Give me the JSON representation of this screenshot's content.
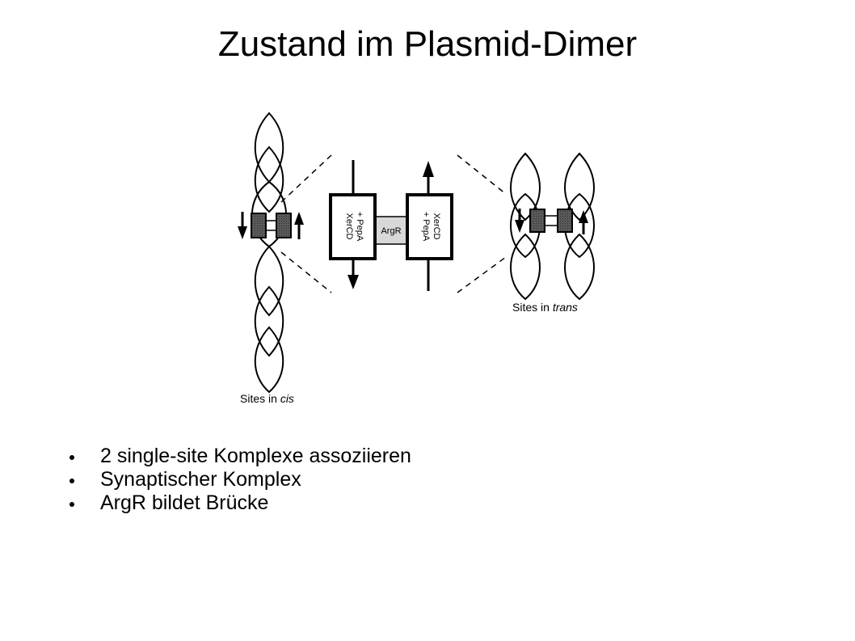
{
  "slide": {
    "title": "Zustand im Plasmid-Dimer"
  },
  "figure": {
    "cis_label_prefix": "Sites in ",
    "cis_label_italic": "cis",
    "trans_label_prefix": "Sites in ",
    "trans_label_italic": "trans",
    "left_protein_line1": "XerCD",
    "left_protein_line2": "+ PepA",
    "bridge_label": "ArgR",
    "right_protein_line1": "XerCD",
    "right_protein_line2": "+ PepA"
  },
  "bullets": [
    "2 single-site Komplexe assoziieren",
    "Synaptischer Komplex",
    "ArgR bildet Brücke"
  ]
}
